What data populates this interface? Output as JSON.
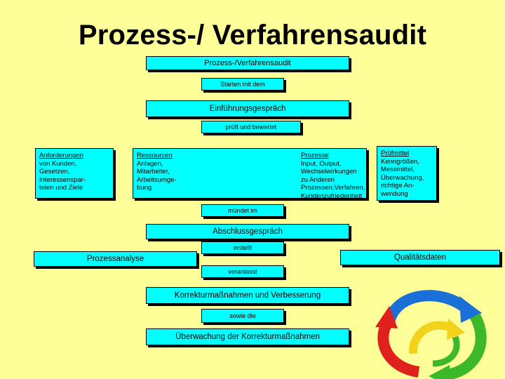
{
  "title": "Prozess-/ Verfahrensaudit",
  "flow": {
    "audit": "Prozess-/Verfahrensaudit",
    "starten": "Starten mit dem",
    "einfuehrung": "Einführungsgespräch",
    "prueft": "prüft und bewertet",
    "muendet": "mündet im",
    "abschluss": "Abschlussgespräch",
    "erstellt": "erstellt",
    "veranlasst": "veranlasst",
    "korrektur": "Korrekturmaßnahmen und Verbesserung",
    "sowie": "sowie die",
    "ueberwachung": "Überwachung der Korrekturmaßnahmen"
  },
  "columns": {
    "anforderungen": {
      "head": "Anforderungen",
      "body": "von Kunden,\nGesetzen,\nInteressenspar-\nteien und Ziele"
    },
    "ressourcen": {
      "head": "Ressourcen",
      "body": "Anlagen,\nMitarbeiter,\nArbeitsumge-\nbung"
    },
    "prozesse": {
      "head": "Prozesse",
      "body": "Input, Output,\nWechselwirkungen\nzu Anderen\nProzessen,Verfahren,\nKundenzufriedenheit"
    },
    "pruefmittel": {
      "head": "Prüfmittel",
      "body": "Kenngrößen,\nMessmittel,\nÜberwachung,\nrichtige An-\nwendung"
    }
  },
  "outputs": {
    "prozessanalyse": "Prozessanalyse",
    "qualitaetsdaten": "Qualitätsdaten"
  },
  "colors": {
    "background": "#ffff99",
    "box": "#00ffff",
    "cycle_red": "#e0201c",
    "cycle_blue": "#1a6fd8",
    "cycle_green": "#3cb82a",
    "cycle_yellow": "#f2d21a"
  },
  "icon": "pdca-cycle-arrows-icon"
}
